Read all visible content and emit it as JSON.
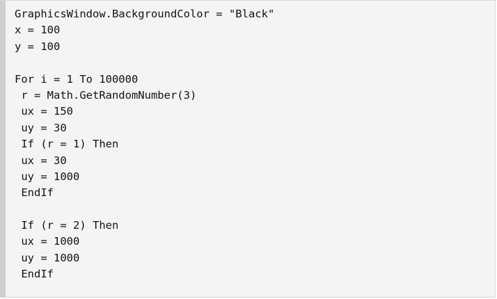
{
  "code": {
    "lines": [
      "GraphicsWindow.BackgroundColor = \"Black\"",
      "x = 100",
      "y = 100",
      "",
      "For i = 1 To 100000",
      " r = Math.GetRandomNumber(3)",
      " ux = 150",
      " uy = 30",
      " If (r = 1) Then",
      " ux = 30",
      " uy = 1000",
      " EndIf",
      "",
      " If (r = 2) Then",
      " ux = 1000",
      " uy = 1000",
      " EndIf"
    ]
  }
}
